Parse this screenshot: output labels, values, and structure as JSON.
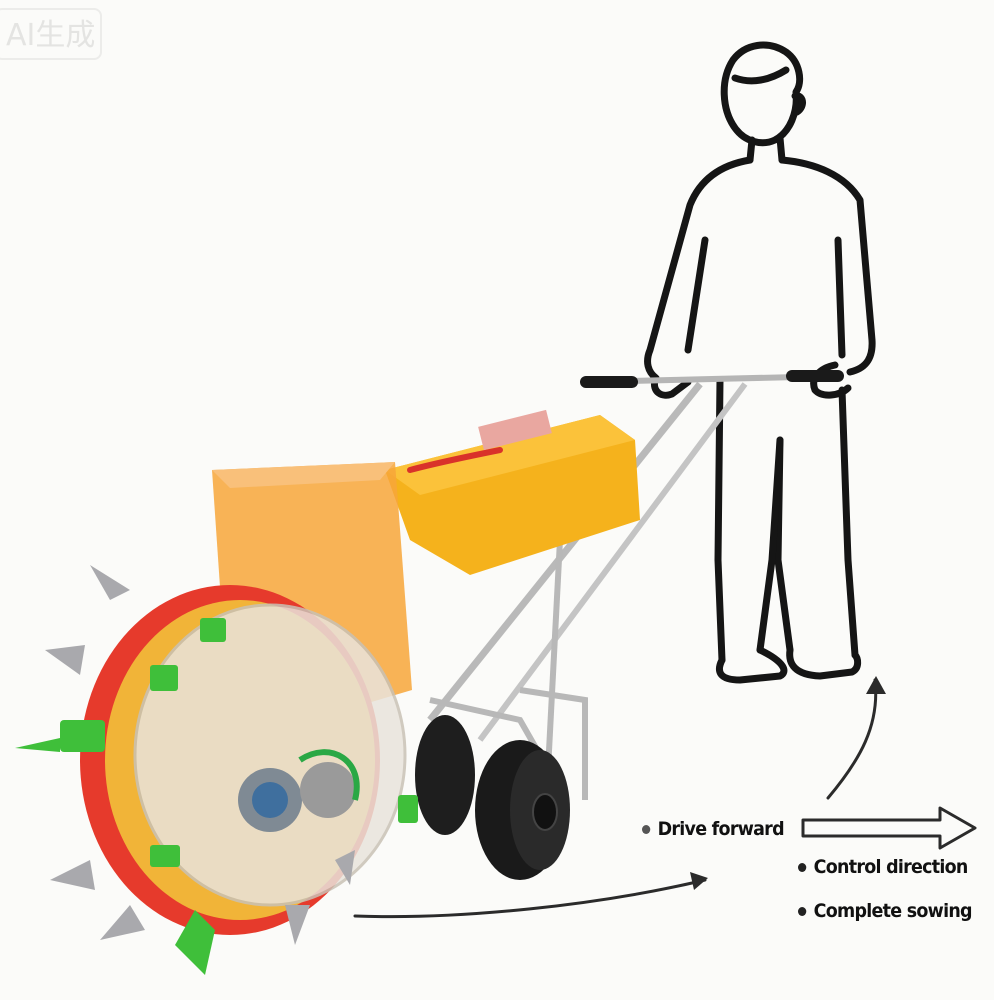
{
  "watermark": {
    "text": "AI生成"
  },
  "labels": {
    "drive_forward": "Drive forward",
    "control_direction": "Control direction",
    "complete_sowing": "Complete sowing"
  },
  "colors": {
    "background": "#fbfbf9",
    "hopper_yellow": "#f5b21c",
    "wheel_red": "#d9322a",
    "spike_green": "#3fbf3a",
    "frame_silver": "#b8b8b8",
    "line_art": "#151515"
  }
}
